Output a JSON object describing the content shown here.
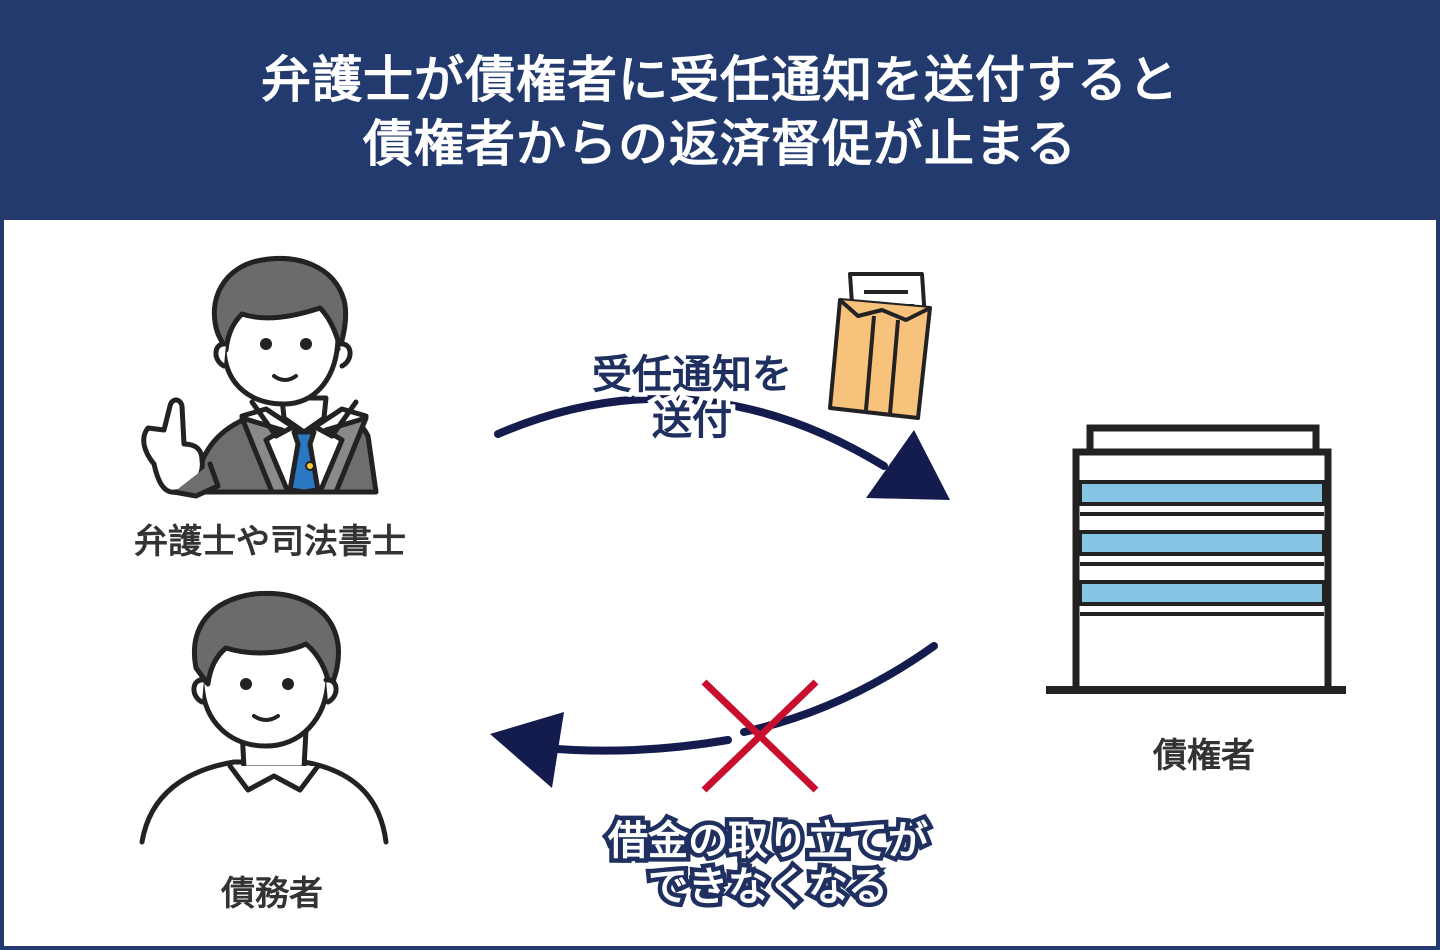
{
  "title": {
    "line1": "弁護士が債権者に受任通知を送付すると",
    "line2": "債権者からの返済督促が止まる"
  },
  "actors": {
    "lawyer": "弁護士や司法書士",
    "debtor": "債務者",
    "creditor": "債権者"
  },
  "arrows": {
    "send_notice": {
      "line1": "受任通知を",
      "line2": "送付"
    },
    "collection_stopped": {
      "line1": "借金の取り立てが",
      "line2": "できなくなる"
    }
  },
  "colors": {
    "navy": "#223a6e",
    "arrow": "#141b4d",
    "cross": "#c8102e",
    "tie": "#2a78c2",
    "window": "#86c4e3",
    "envelope": "#f6c27c",
    "hair": "#6b6b6b"
  },
  "icons": {
    "lawyer": "lawyer-person-icon",
    "debtor": "debtor-person-icon",
    "creditor": "office-building-icon",
    "notice": "envelope-letter-icon",
    "blocked": "cross-mark-icon"
  }
}
